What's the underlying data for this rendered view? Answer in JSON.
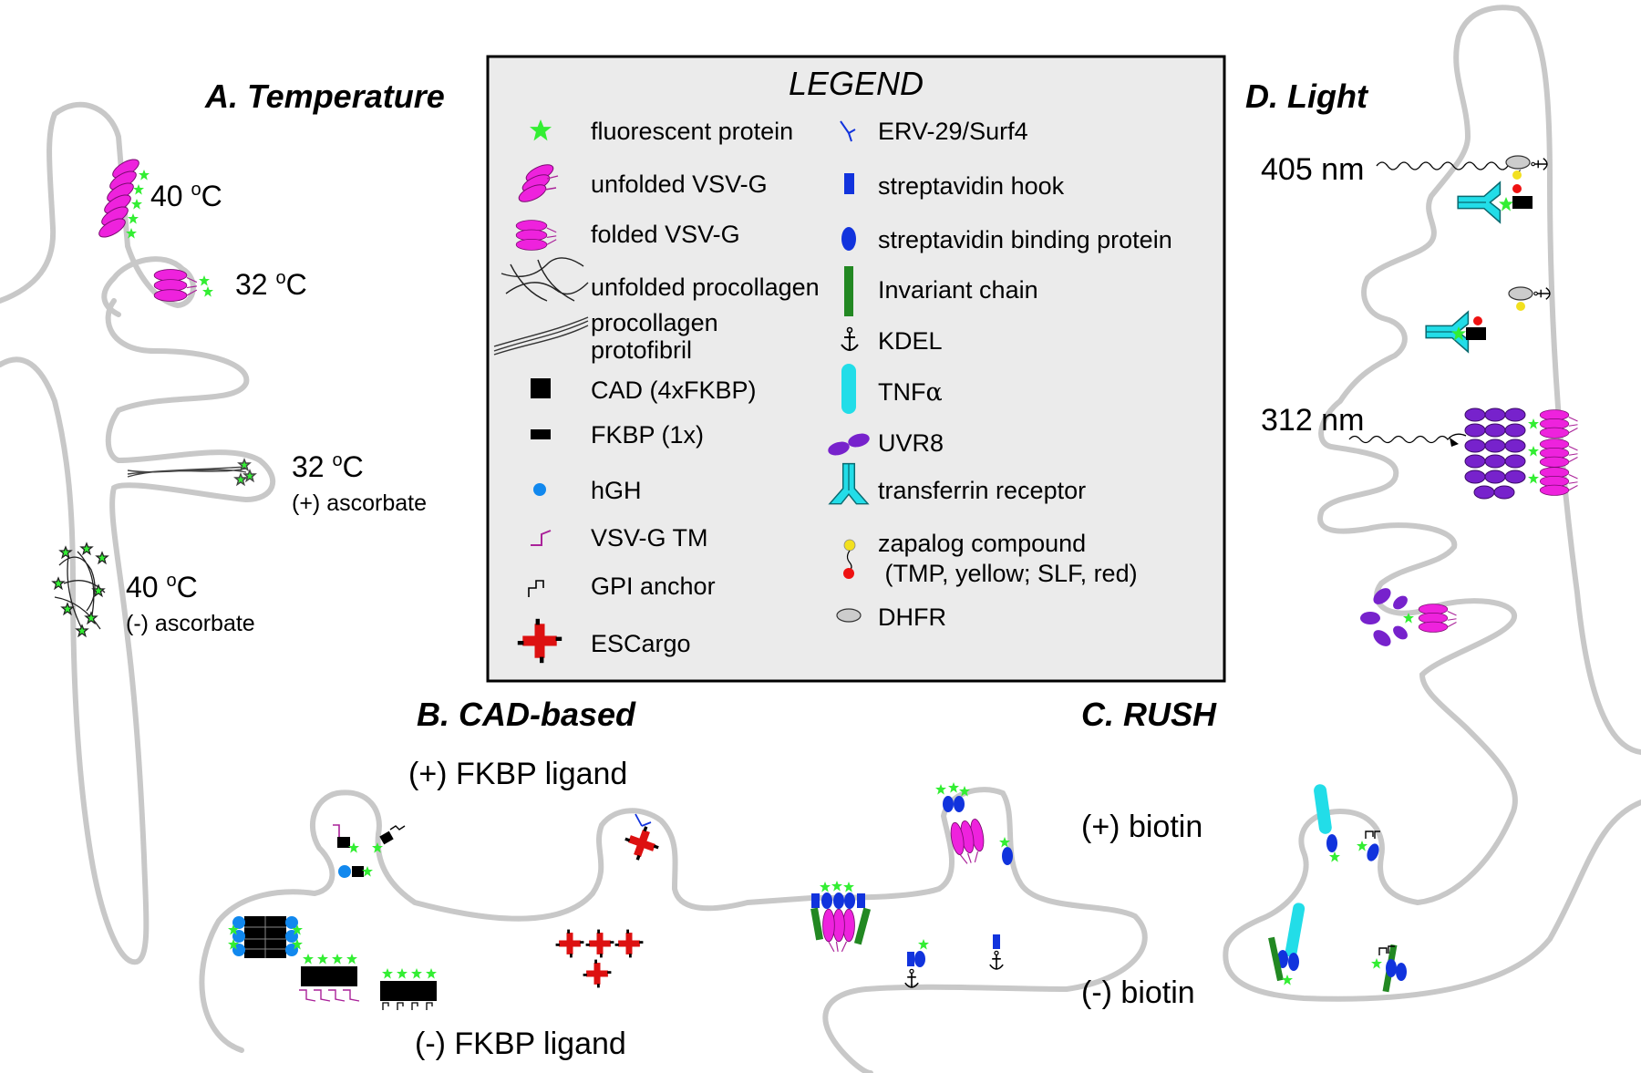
{
  "sections": {
    "temperature": {
      "title": "A. Temperature",
      "labels": {
        "t1": {
          "num": "40 ",
          "sup": "o",
          "unit": "C"
        },
        "t2": {
          "num": "32 ",
          "sup": "o",
          "unit": "C"
        },
        "t3": {
          "num": "32 ",
          "sup": "o",
          "unit": "C"
        },
        "t3_note": "(+) ascorbate",
        "t4": {
          "num": "40 ",
          "sup": "o",
          "unit": "C"
        },
        "t4_note": "(-) ascorbate"
      }
    },
    "cad": {
      "title": "B. CAD-based",
      "plus": "(+) FKBP ligand",
      "minus": "(-) FKBP ligand"
    },
    "rush": {
      "title": "C. RUSH",
      "plus": "(+) biotin",
      "minus": "(-) biotin"
    },
    "light": {
      "title": "D. Light",
      "w1": "405 nm",
      "w2": "312 nm"
    }
  },
  "legend": {
    "title": "LEGEND",
    "left": [
      {
        "label": "fluorescent protein",
        "icon": "green-star-icon"
      },
      {
        "label": "unfolded VSV-G",
        "icon": "unfolded-vsvg-icon"
      },
      {
        "label": "folded VSV-G",
        "icon": "folded-vsvg-icon"
      },
      {
        "label": "unfolded procollagen",
        "icon": "unfolded-procollagen-icon"
      },
      {
        "label": "procollagen",
        "label2": "protofibril",
        "icon": "protofibril-icon"
      },
      {
        "label": "CAD (4xFKBP)",
        "icon": "black-square-icon"
      },
      {
        "label": "FKBP (1x)",
        "icon": "black-rect-icon"
      },
      {
        "label": "hGH",
        "icon": "blue-dot-icon"
      },
      {
        "label": "VSV-G TM",
        "icon": "tm-hook-icon"
      },
      {
        "label": "GPI anchor",
        "icon": "gpi-anchor-icon"
      },
      {
        "label": "ESCargo",
        "icon": "escargo-cross-icon"
      }
    ],
    "right": [
      {
        "label": "ERV-29/Surf4",
        "icon": "y-receptor-icon"
      },
      {
        "label": "streptavidin hook",
        "icon": "blue-rect-icon"
      },
      {
        "label": "streptavidin binding protein",
        "icon": "blue-oval-icon"
      },
      {
        "label": "Invariant chain",
        "icon": "green-bar-icon"
      },
      {
        "label": "KDEL",
        "icon": "anchor-icon"
      },
      {
        "label": "TNF",
        "symbol": "α",
        "icon": "cyan-bar-icon"
      },
      {
        "label": "UVR8",
        "icon": "purple-oval-icon"
      },
      {
        "label": "transferrin receptor",
        "icon": "transferrin-receptor-icon"
      },
      {
        "label": "zapalog compound",
        "label2": " (TMP, yellow; SLF, red)",
        "icon": "zapalog-icon"
      },
      {
        "label": "DHFR",
        "icon": "grey-oval-icon"
      }
    ]
  },
  "colors": {
    "membrane": "#c8c8c8",
    "legend_bg": "#ebebeb",
    "fluorescent": "#33ee33",
    "vsvg": "#ee22dd",
    "streptavidin": "#1133dd",
    "invariant": "#228822",
    "tnf": "#22dde8",
    "uvr8": "#7722cc",
    "escargo": "#dd1111",
    "hgh": "#1188ee"
  }
}
